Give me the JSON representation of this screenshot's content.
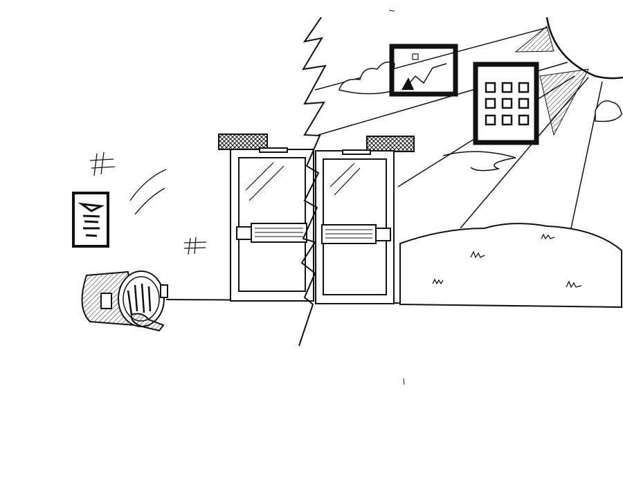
{
  "scene": {
    "style": "pen-and-ink sketch",
    "colors": {
      "ink": "#111111",
      "paper": "#ffffff"
    },
    "elements": [
      "double-doors-with-push-bars",
      "crack-line",
      "tipped-trash-can",
      "wall-sign",
      "hash-marks",
      "floating-picture-frame",
      "floating-window-grid",
      "sun",
      "light-rays",
      "clouds",
      "grassy-hill"
    ]
  }
}
